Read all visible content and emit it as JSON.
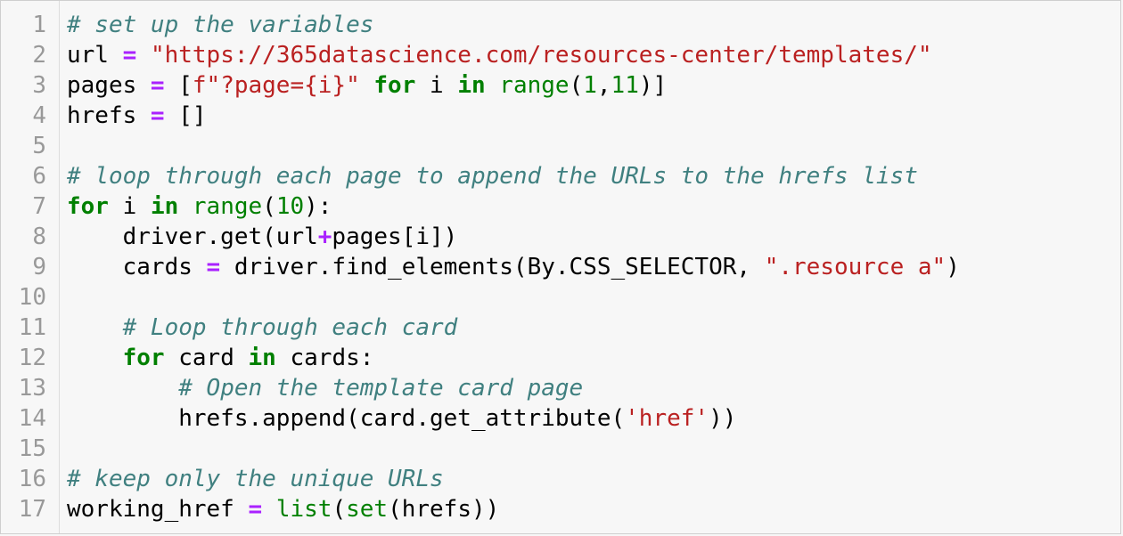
{
  "editor": {
    "lines": [
      {
        "number": "1",
        "tokens": [
          {
            "type": "comment",
            "text": "# set up the variables"
          }
        ]
      },
      {
        "number": "2",
        "tokens": [
          {
            "type": "plain",
            "text": "url "
          },
          {
            "type": "op",
            "text": "="
          },
          {
            "type": "plain",
            "text": " "
          },
          {
            "type": "string",
            "text": "\"https://365datascience.com/resources-center/templates/\""
          }
        ]
      },
      {
        "number": "3",
        "tokens": [
          {
            "type": "plain",
            "text": "pages "
          },
          {
            "type": "op",
            "text": "="
          },
          {
            "type": "plain",
            "text": " ["
          },
          {
            "type": "string",
            "text": "f\"?page={i}\""
          },
          {
            "type": "plain",
            "text": " "
          },
          {
            "type": "keyword",
            "text": "for"
          },
          {
            "type": "plain",
            "text": " i "
          },
          {
            "type": "keyword",
            "text": "in"
          },
          {
            "type": "plain",
            "text": " "
          },
          {
            "type": "builtin",
            "text": "range"
          },
          {
            "type": "plain",
            "text": "("
          },
          {
            "type": "number",
            "text": "1"
          },
          {
            "type": "plain",
            "text": ","
          },
          {
            "type": "number",
            "text": "11"
          },
          {
            "type": "plain",
            "text": ")]"
          }
        ]
      },
      {
        "number": "4",
        "tokens": [
          {
            "type": "plain",
            "text": "hrefs "
          },
          {
            "type": "op",
            "text": "="
          },
          {
            "type": "plain",
            "text": " []"
          }
        ]
      },
      {
        "number": "5",
        "tokens": []
      },
      {
        "number": "6",
        "tokens": [
          {
            "type": "comment",
            "text": "# loop through each page to append the URLs to the hrefs list"
          }
        ]
      },
      {
        "number": "7",
        "tokens": [
          {
            "type": "keyword",
            "text": "for"
          },
          {
            "type": "plain",
            "text": " i "
          },
          {
            "type": "keyword",
            "text": "in"
          },
          {
            "type": "plain",
            "text": " "
          },
          {
            "type": "builtin",
            "text": "range"
          },
          {
            "type": "plain",
            "text": "("
          },
          {
            "type": "number",
            "text": "10"
          },
          {
            "type": "plain",
            "text": "):"
          }
        ]
      },
      {
        "number": "8",
        "tokens": [
          {
            "type": "plain",
            "text": "    driver.get(url"
          },
          {
            "type": "op",
            "text": "+"
          },
          {
            "type": "plain",
            "text": "pages[i])"
          }
        ]
      },
      {
        "number": "9",
        "tokens": [
          {
            "type": "plain",
            "text": "    cards "
          },
          {
            "type": "op",
            "text": "="
          },
          {
            "type": "plain",
            "text": " driver.find_elements(By.CSS_SELECTOR, "
          },
          {
            "type": "string",
            "text": "\".resource a\""
          },
          {
            "type": "plain",
            "text": ")"
          }
        ]
      },
      {
        "number": "10",
        "tokens": []
      },
      {
        "number": "11",
        "tokens": [
          {
            "type": "plain",
            "text": "    "
          },
          {
            "type": "comment",
            "text": "# Loop through each card"
          }
        ]
      },
      {
        "number": "12",
        "tokens": [
          {
            "type": "plain",
            "text": "    "
          },
          {
            "type": "keyword",
            "text": "for"
          },
          {
            "type": "plain",
            "text": " card "
          },
          {
            "type": "keyword",
            "text": "in"
          },
          {
            "type": "plain",
            "text": " cards:"
          }
        ]
      },
      {
        "number": "13",
        "tokens": [
          {
            "type": "plain",
            "text": "        "
          },
          {
            "type": "comment",
            "text": "# Open the template card page"
          }
        ]
      },
      {
        "number": "14",
        "tokens": [
          {
            "type": "plain",
            "text": "        hrefs.append(card.get_attribute("
          },
          {
            "type": "string",
            "text": "'href'"
          },
          {
            "type": "plain",
            "text": "))"
          }
        ]
      },
      {
        "number": "15",
        "tokens": []
      },
      {
        "number": "16",
        "tokens": [
          {
            "type": "comment",
            "text": "# keep only the unique URLs"
          }
        ]
      },
      {
        "number": "17",
        "tokens": [
          {
            "type": "plain",
            "text": "working_href "
          },
          {
            "type": "op",
            "text": "="
          },
          {
            "type": "plain",
            "text": " "
          },
          {
            "type": "builtin",
            "text": "list"
          },
          {
            "type": "plain",
            "text": "("
          },
          {
            "type": "builtin",
            "text": "set"
          },
          {
            "type": "plain",
            "text": "(hrefs))"
          }
        ]
      }
    ]
  }
}
